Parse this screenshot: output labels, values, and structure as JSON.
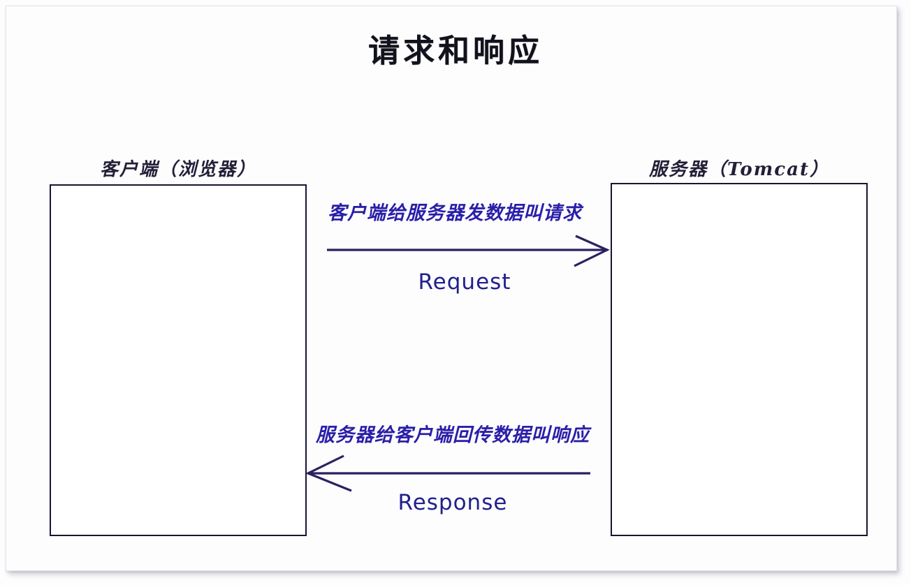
{
  "page": {
    "title": "请求和响应"
  },
  "nodes": [
    {
      "id": "client",
      "label": "客户端（浏览器）"
    },
    {
      "id": "server",
      "label": "服务器（Tomcat）"
    }
  ],
  "flows": [
    {
      "id": "request",
      "direction": "left-to-right",
      "annotation": "客户端给服务器发数据叫请求",
      "caption": "Request"
    },
    {
      "id": "response",
      "direction": "right-to-left",
      "annotation": "服务器给客户端回传数据叫响应",
      "caption": "Response"
    }
  ],
  "colors": {
    "title_text": "#12121c",
    "node_border": "#161632",
    "annotation_text": "#2a1fa8",
    "caption_text": "#20208c",
    "arrow_line": "#2a2060",
    "canvas_background": "#fdfdfe"
  }
}
